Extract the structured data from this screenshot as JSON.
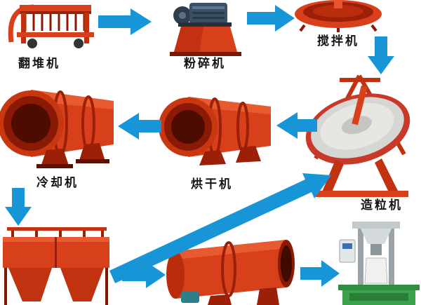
{
  "colors": {
    "background": "#ffffff",
    "machine_red": "#d8401c",
    "machine_dark_red": "#7e1604",
    "arrow_blue": "#1795d6",
    "label_color": "#151515"
  },
  "machines": [
    {
      "id": "compost-turner",
      "label": "翻堆机"
    },
    {
      "id": "crusher",
      "label": "粉碎机"
    },
    {
      "id": "mixer",
      "label": "搅拌机"
    },
    {
      "id": "cooler",
      "label": "冷却机"
    },
    {
      "id": "dryer",
      "label": "烘干机"
    },
    {
      "id": "granulator",
      "label": "造粒机"
    },
    {
      "id": "screening-machine",
      "label": ""
    },
    {
      "id": "coating-drum",
      "label": ""
    },
    {
      "id": "packing-machine",
      "label": ""
    }
  ],
  "flow_arrows": [
    {
      "from": "compost-turner",
      "to": "crusher",
      "direction": "right"
    },
    {
      "from": "crusher",
      "to": "mixer",
      "direction": "right"
    },
    {
      "from": "mixer",
      "to": "granulator",
      "direction": "down"
    },
    {
      "from": "granulator",
      "to": "dryer",
      "direction": "left"
    },
    {
      "from": "dryer",
      "to": "cooler",
      "direction": "left"
    },
    {
      "from": "cooler",
      "to": "screening-machine",
      "direction": "down"
    },
    {
      "from": "screening-machine",
      "to": "granulator",
      "direction": "up-right"
    },
    {
      "from": "screening-machine",
      "to": "coating-drum",
      "direction": "right"
    },
    {
      "from": "coating-drum",
      "to": "packing-machine",
      "direction": "right"
    }
  ]
}
